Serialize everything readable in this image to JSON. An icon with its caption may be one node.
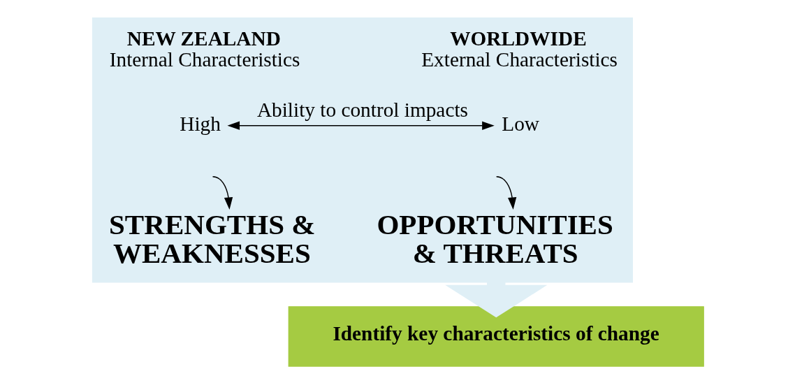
{
  "diagram": {
    "nodes": [
      {
        "text": [],
        "shape": "box"
      },
      {
        "text": [
          "NEW ZEALAND",
          "Internal Characteristics"
        ],
        "in": 0
      },
      {
        "text": [
          "WORLDWIDE",
          "External Characteristics"
        ],
        "in": 0
      },
      {
        "text": [
          "High"
        ],
        "in": 0
      },
      {
        "text": [
          "Low"
        ],
        "in": 0
      },
      {
        "text": [
          "STRENGTHS & WEAKNESSES"
        ],
        "in": 0
      },
      {
        "text": [
          "OPPORTUNITIES & THREATS"
        ],
        "in": 0
      },
      {
        "text": [
          "Identify key characteristics of change"
        ]
      }
    ],
    "edges": [
      {
        "from": 3,
        "to": 4,
        "arrow": "both",
        "label": "Ability to control impacts"
      },
      {
        "from": null,
        "to": 5,
        "arrow": "to"
      },
      {
        "from": null,
        "to": 6,
        "arrow": "to"
      },
      {
        "from": 0,
        "to": 7,
        "arrow": "to",
        "style": "thick",
        "color": "#dfeff6"
      }
    ]
  }
}
